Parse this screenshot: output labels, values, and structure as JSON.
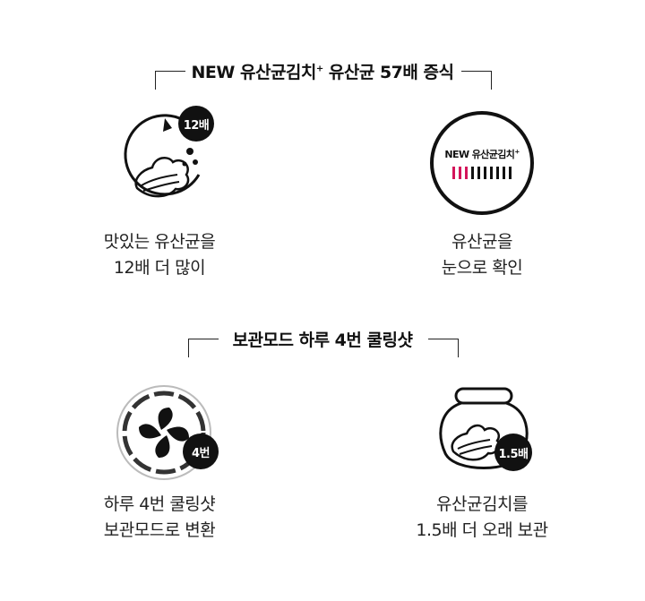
{
  "sections": {
    "top": {
      "title_main": "NEW 유산균김치",
      "title_sup": "+",
      "title_rest": " 유산균 57배 증식"
    },
    "bottom": {
      "title": "보관모드 하루 4번 쿨링샷"
    }
  },
  "features": {
    "probiotics": {
      "badge": "12배",
      "line1": "맛있는 유산균을",
      "line2": "12배 더 많이"
    },
    "visible": {
      "label": "NEW 유산균김치",
      "label_sup": "+",
      "line1": "유산균을",
      "line2": "눈으로 확인"
    },
    "cooling": {
      "badge": "4번",
      "line1": "하루 4번 쿨링샷",
      "line2": "보관모드로 변환"
    },
    "storage": {
      "badge": "1.5배",
      "line1": "유산균김치를",
      "line2": "1.5배 더 오래 보관"
    }
  },
  "indicator": {
    "active_bars": 3,
    "total_bars": 10,
    "active_color": "#d4145a",
    "inactive_color": "#111111"
  },
  "icons": {
    "probiotics": "cabbage-growth-icon",
    "visible": "indicator-display-icon",
    "cooling": "fan-icon",
    "storage": "kimchi-jar-icon"
  }
}
